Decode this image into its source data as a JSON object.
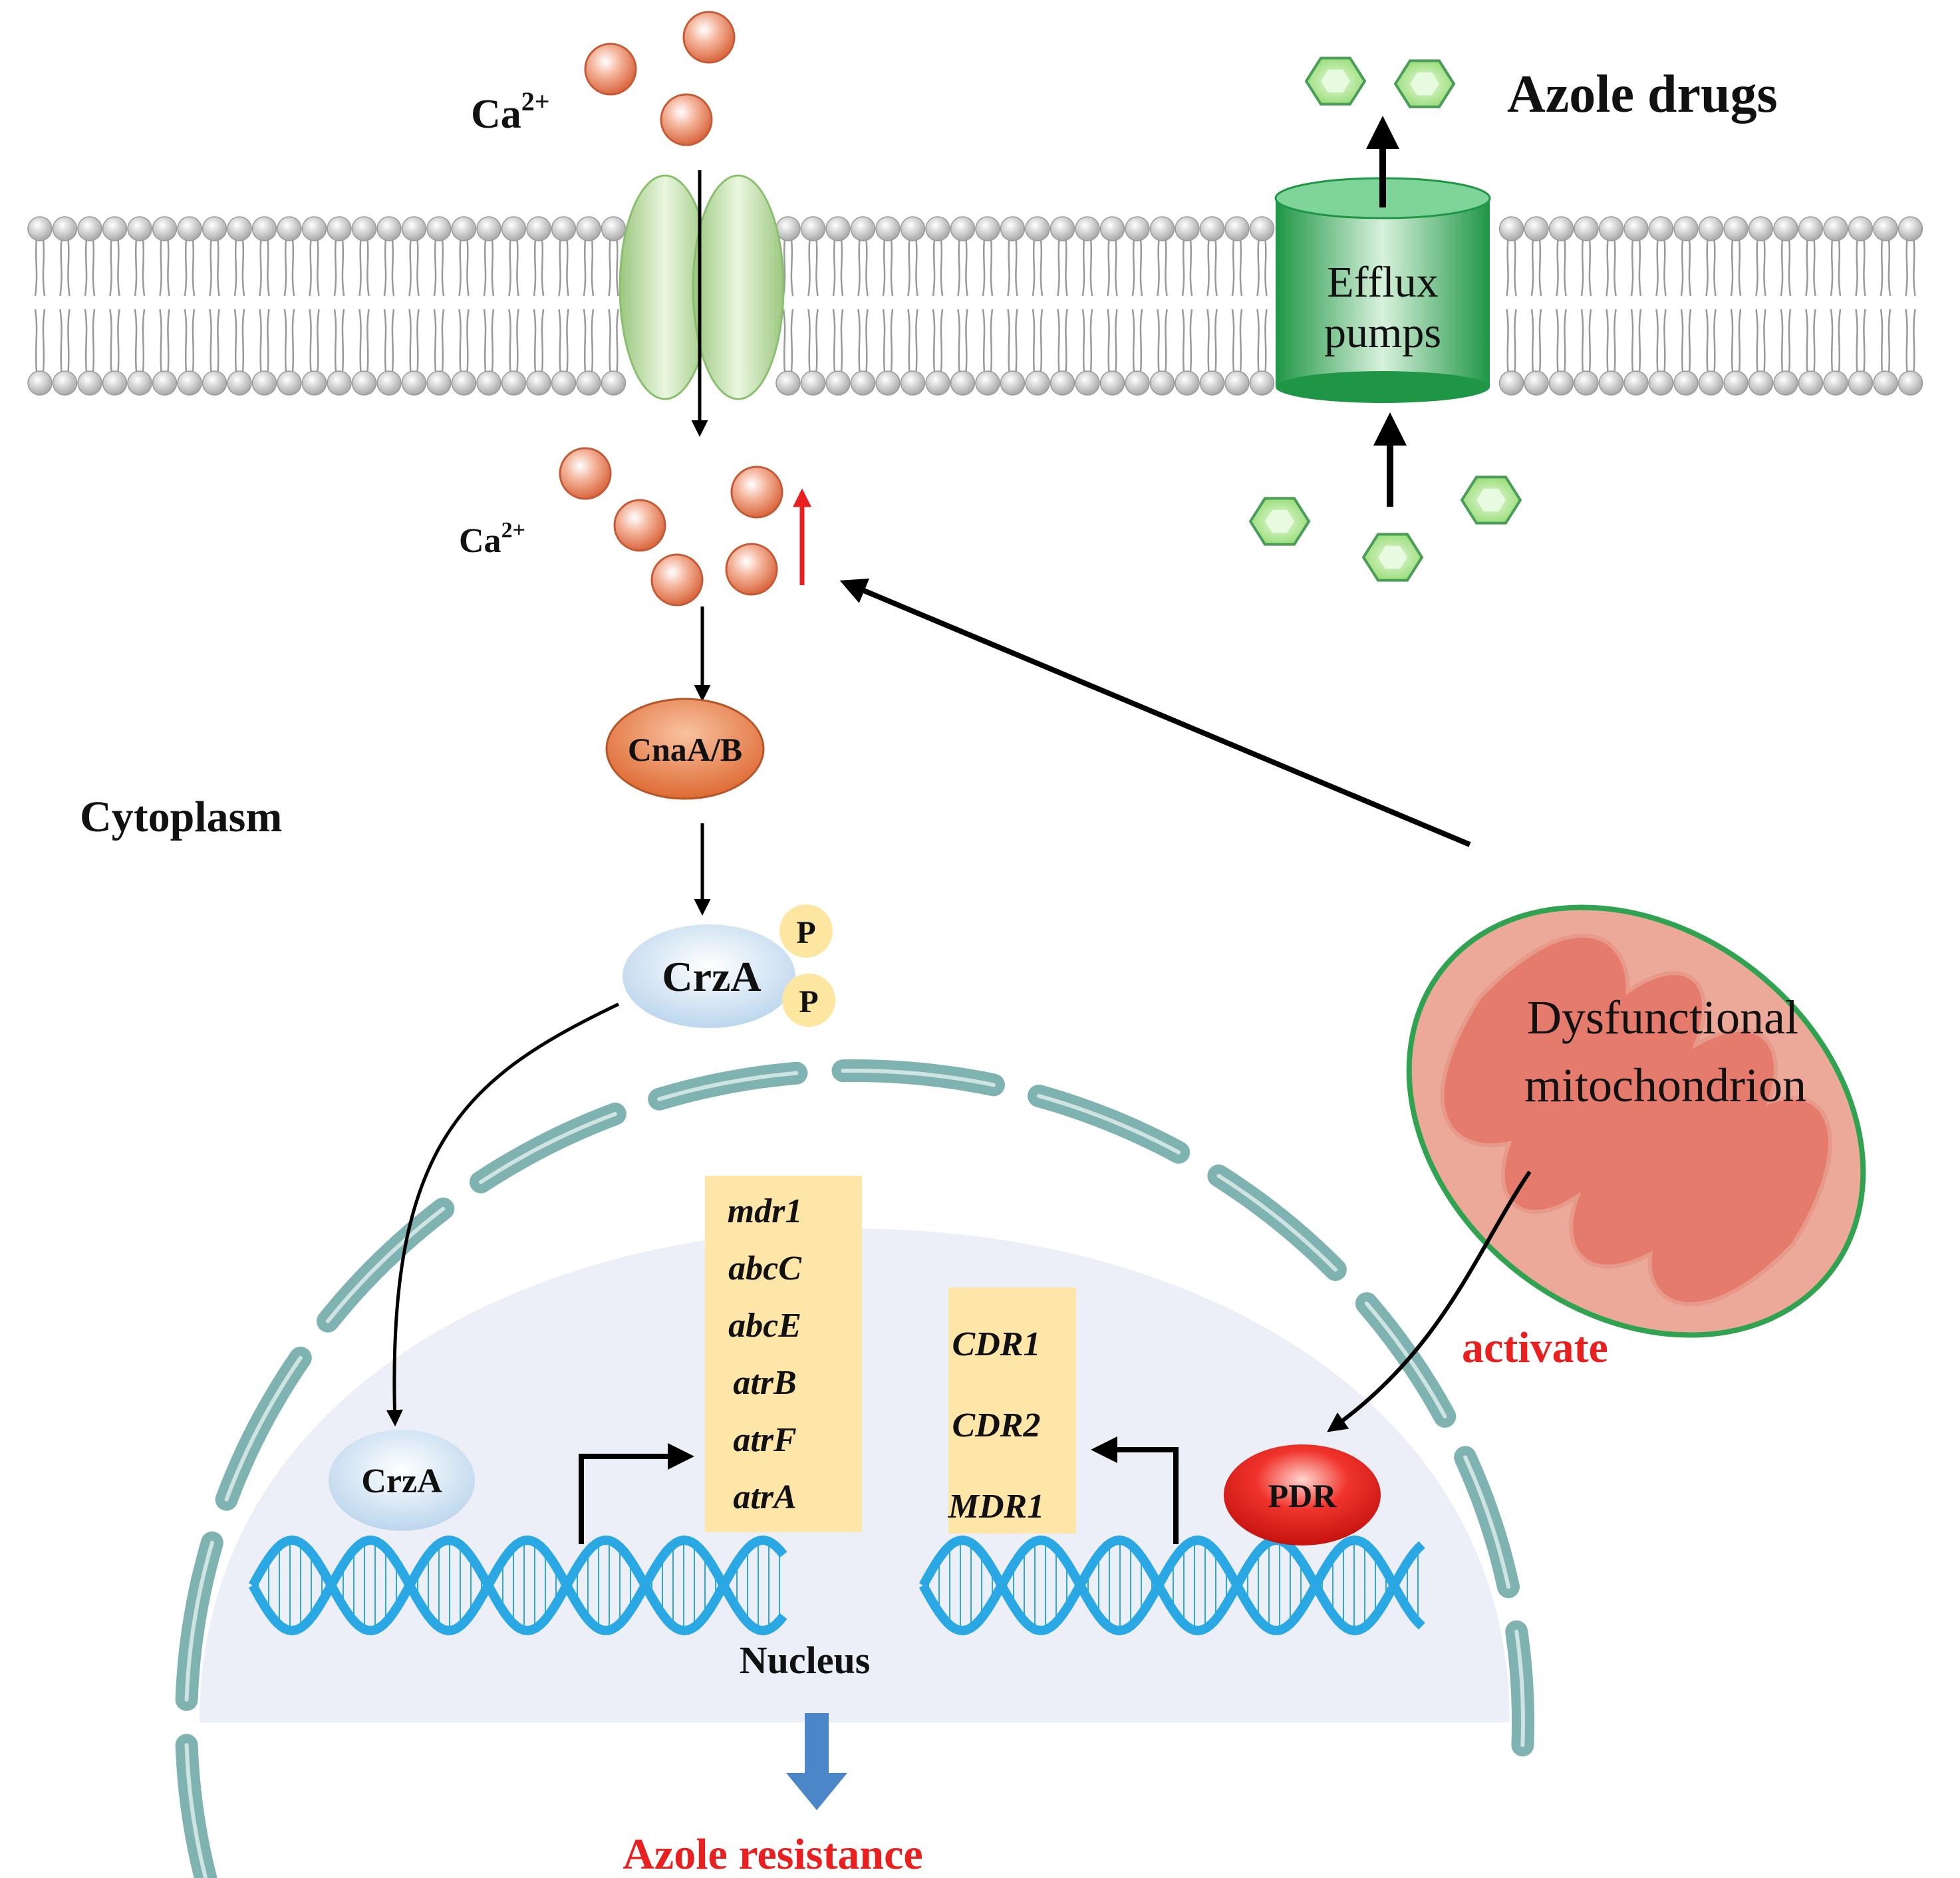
{
  "labels": {
    "ca_outside": "Ca",
    "ca_outside_charge": "2+",
    "ca_inside": "Ca",
    "ca_inside_charge": "2+",
    "azole_drugs": "Azole drugs",
    "efflux_line1": "Efflux",
    "efflux_line2": "pumps",
    "cnaab": "CnaA/B",
    "cytoplasm": "Cytoplasm",
    "crza_cytoplasm": "CrzA",
    "phospho_1": "P",
    "phospho_2": "P",
    "mito_line1": "Dysfunctional",
    "mito_line2": "mitochondrion",
    "activate": "activate",
    "crza_nucleus": "CrzA",
    "pdr": "PDR",
    "nucleus": "Nucleus",
    "azole_resistance": "Azole resistance"
  },
  "gene_box_left": [
    "mdr1",
    "abcC",
    "abcE",
    "atrB",
    "atrF",
    "atrA"
  ],
  "gene_box_right": [
    "CDR1",
    "CDR2",
    "MDR1"
  ],
  "icons": {
    "calcium_ion": "orange-sphere",
    "azole_molecule": "green-hexagon",
    "calcium_channel": "green-ellipse-pair",
    "efflux_pump": "green-cylinder",
    "dna": "blue-double-helix",
    "mitochondrion": "red-mitochondrion"
  },
  "colors": {
    "ion": "#e8866a",
    "azole": "#9be07a",
    "channel": "#9fcc82",
    "pump": "#2fa352",
    "cnaab": "#e57a45",
    "crza": "#c9dff0",
    "phospho": "#fde7a0",
    "gene_box": "#fde6a8",
    "nucleus_fill": "#eceff7",
    "nuclear_envelope": "#7fb3b1",
    "dna": "#2aa8e4",
    "pdr": "#e8201f",
    "mito_outer": "#eca99a",
    "mito_border": "#2fa34f",
    "mito_cristae": "#e57b6d",
    "highlight_text": "#e8201f",
    "down_arrow": "#4a86c8"
  }
}
